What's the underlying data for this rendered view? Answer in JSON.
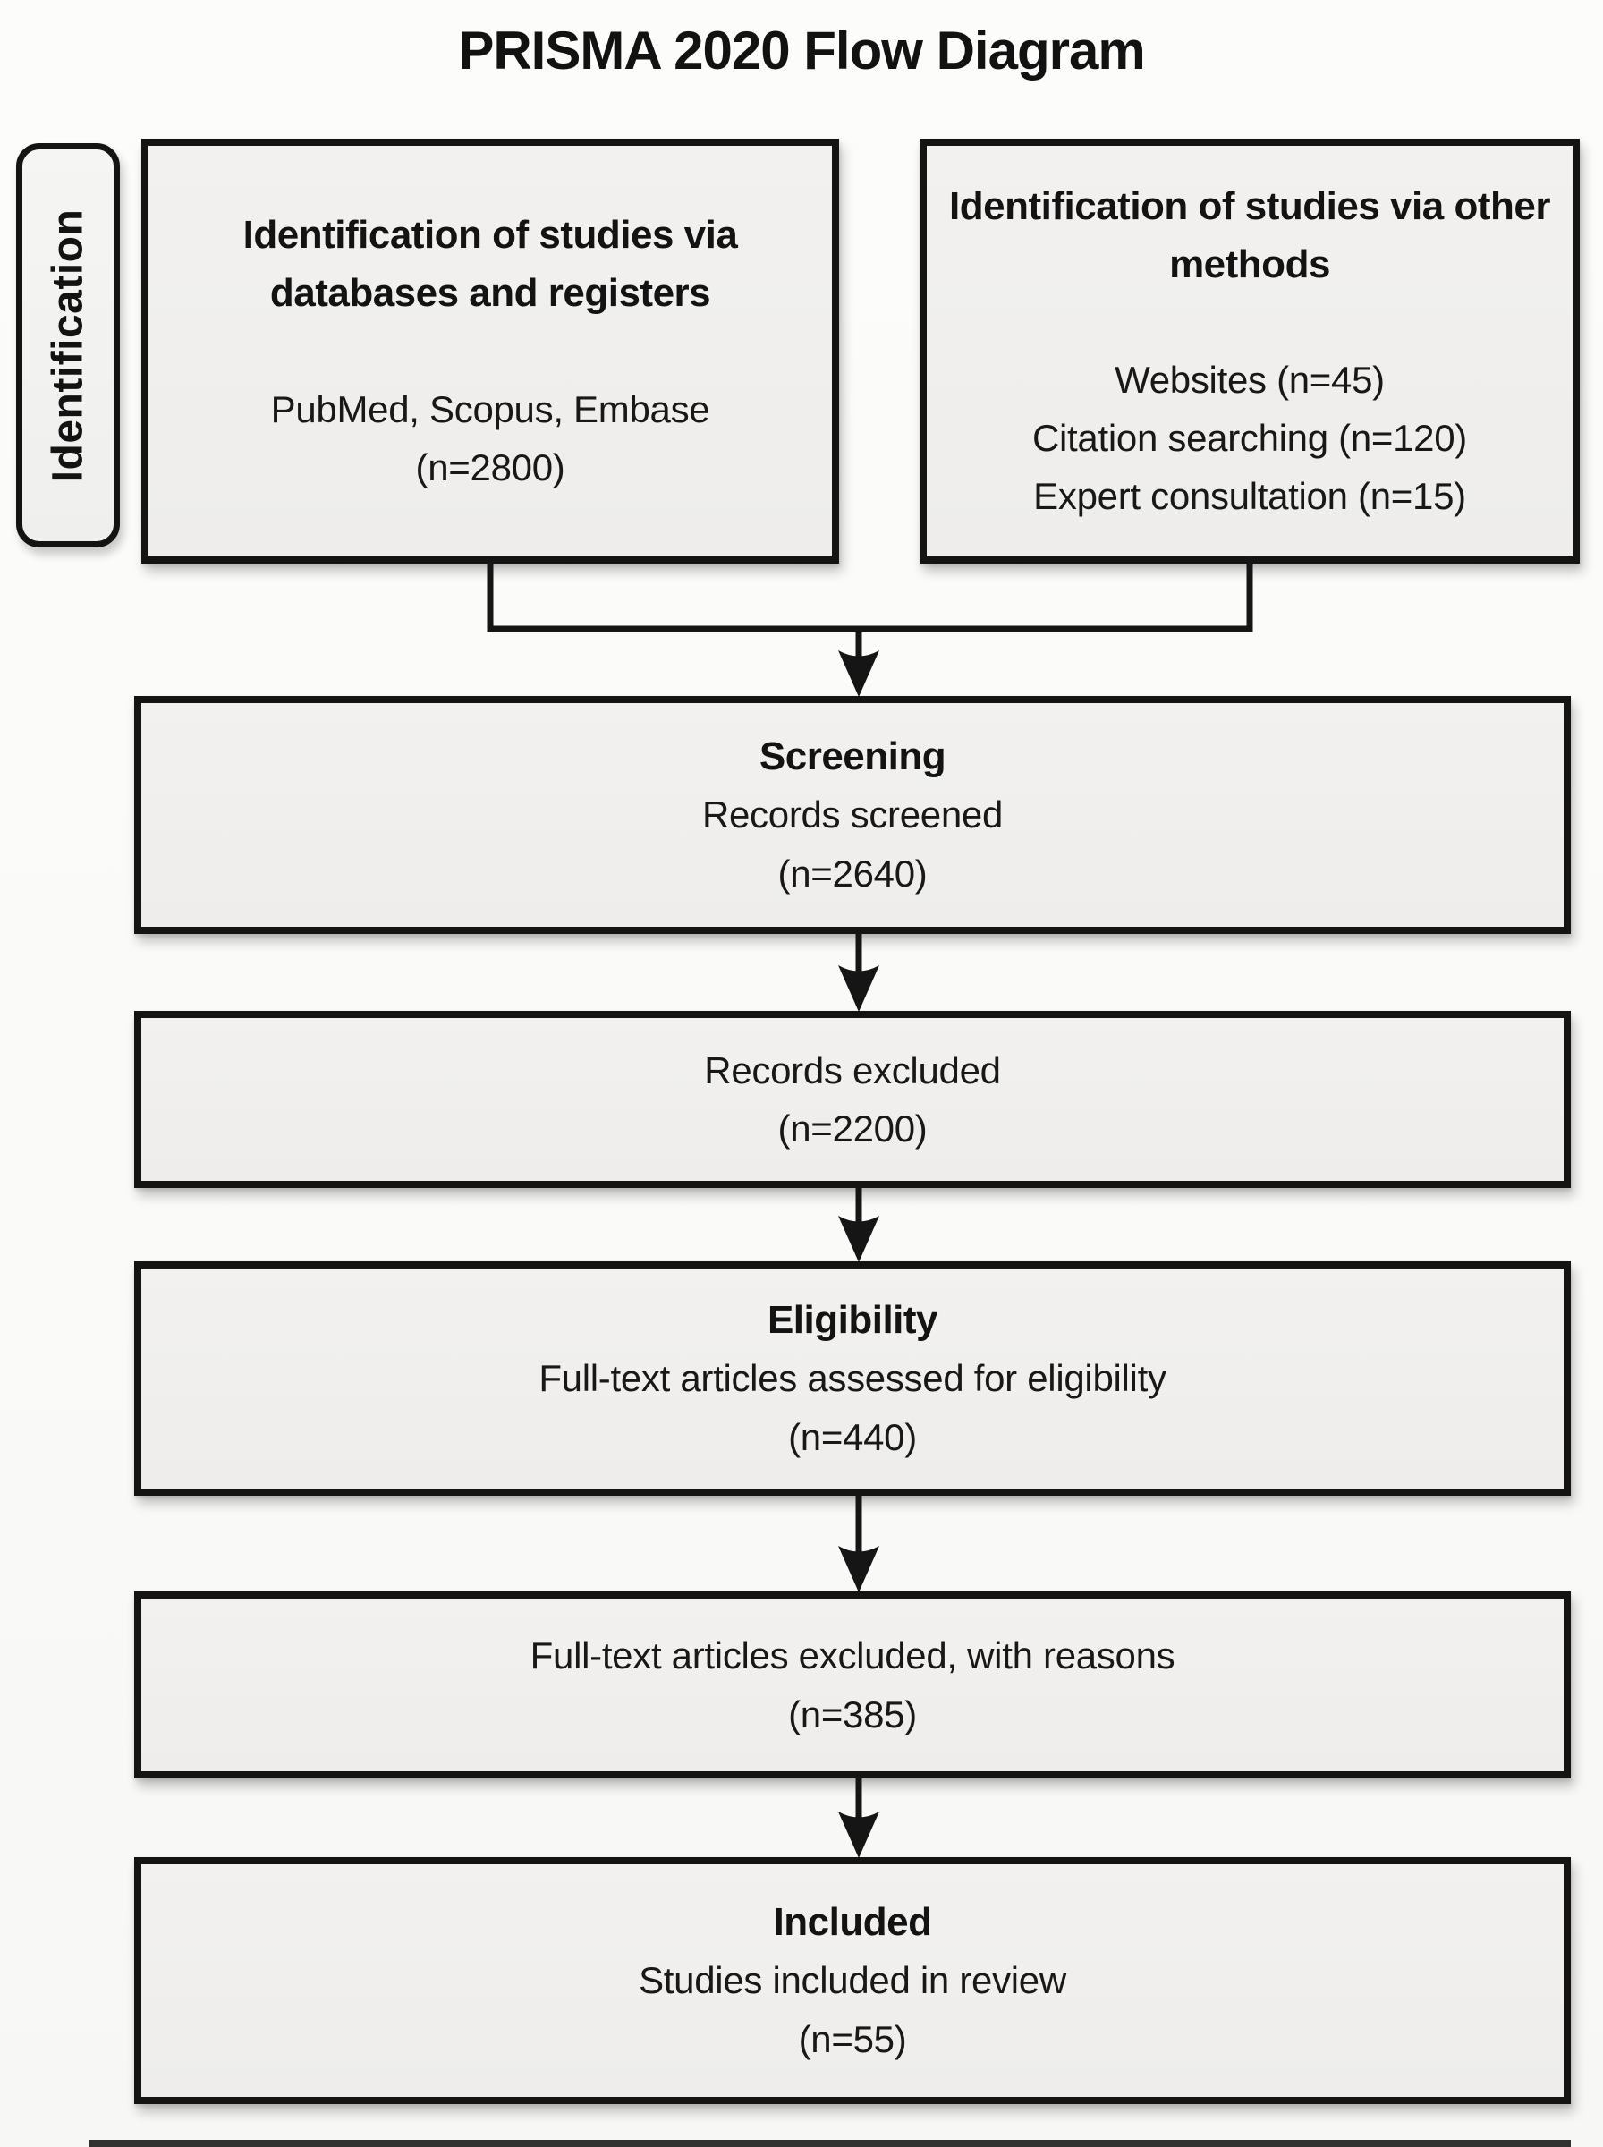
{
  "title": "PRISMA 2020 Flow Diagram",
  "sidebar": {
    "label": "Identification"
  },
  "top_boxes": [
    {
      "heading": "Identification of studies via databases and registers",
      "lines": [
        "PubMed, Scopus, Embase",
        "(n=2800)"
      ]
    },
    {
      "heading": "Identification of studies via other methods",
      "lines": [
        "Websites (n=45)",
        "Citation searching (n=120)",
        "Expert consultation (n=15)"
      ]
    }
  ],
  "flow_boxes": [
    {
      "heading": "Screening",
      "lines": [
        "Records screened",
        "(n=2640)"
      ]
    },
    {
      "heading": "",
      "lines": [
        "Records excluded",
        "(n=2200)"
      ]
    },
    {
      "heading": "Eligibility",
      "lines": [
        "Full-text articles assessed for eligibility",
        "(n=440)"
      ]
    },
    {
      "heading": "",
      "lines": [
        "Full-text articles excluded, with reasons",
        "(n=385)"
      ]
    },
    {
      "heading": "Included",
      "lines": [
        "Studies included in review",
        "(n=55)"
      ]
    }
  ],
  "colors": {
    "border": "#141414",
    "box_fill": "#f0efed",
    "background": "#fafaf8",
    "ink": "#151515"
  }
}
